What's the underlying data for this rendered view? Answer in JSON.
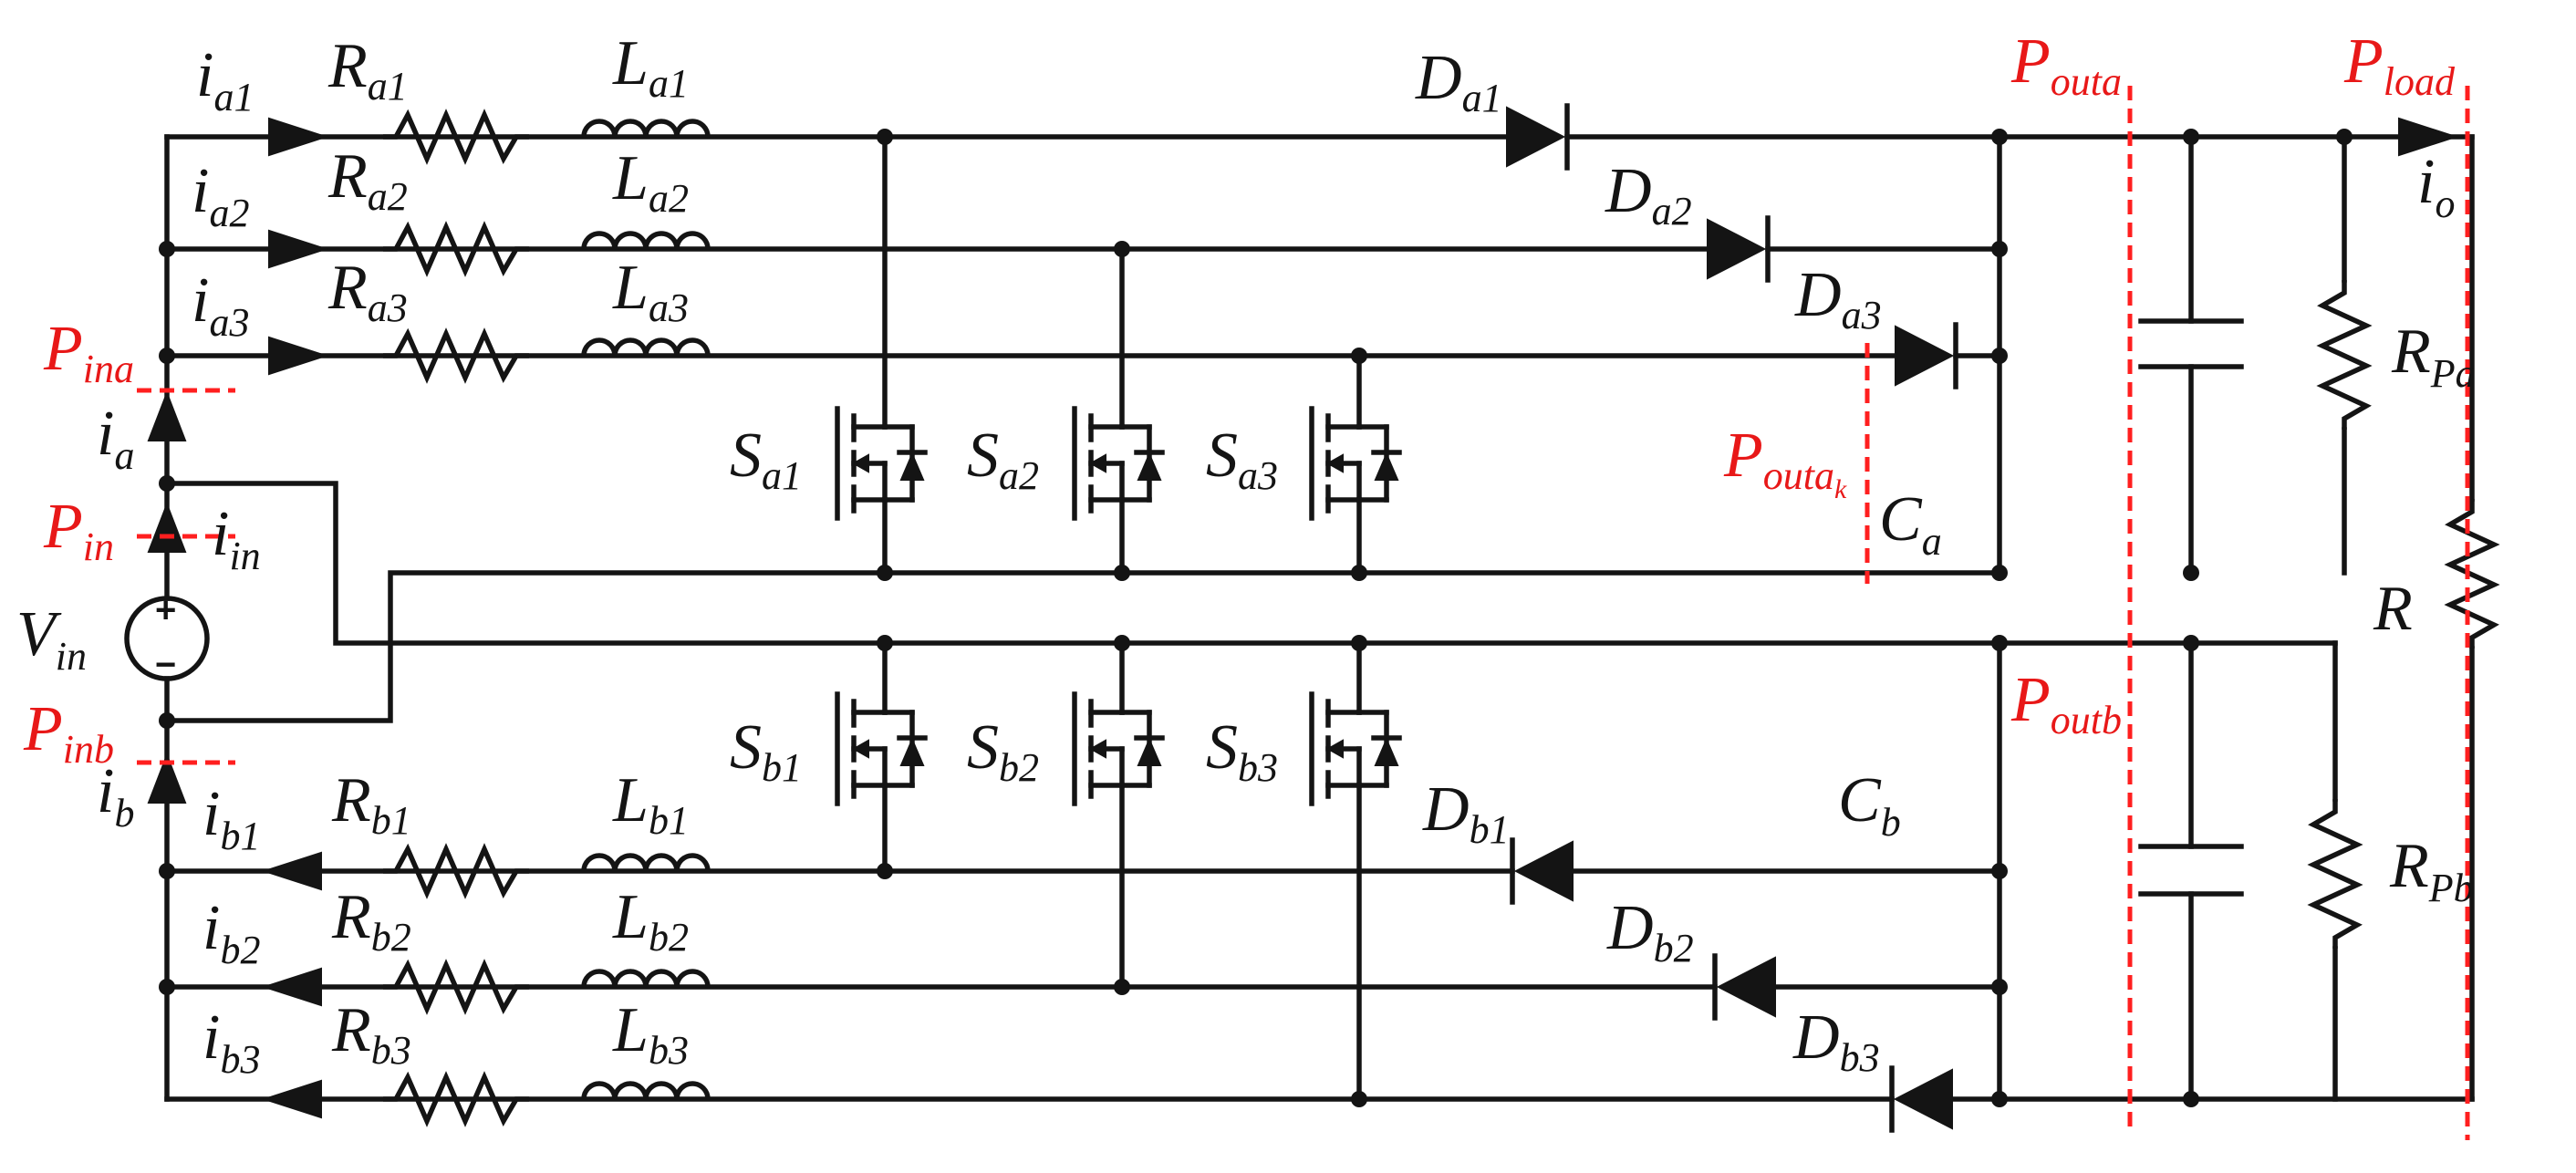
{
  "colors": {
    "wire": "#141414",
    "measurement_cut": "#ff1f1f",
    "measurement_label": "#e81818"
  },
  "labels": {
    "source": {
      "main": "V",
      "sub": "in"
    },
    "current_ia": {
      "main": "i",
      "sub": "a"
    },
    "current_ib": {
      "main": "i",
      "sub": "b"
    },
    "current_in": {
      "main": "i",
      "sub": "in"
    },
    "current_io": {
      "main": "i",
      "sub": "o"
    },
    "cap_a": {
      "main": "C",
      "sub": "a"
    },
    "cap_b": {
      "main": "C",
      "sub": "b"
    },
    "rpa": {
      "main": "R",
      "sub": "Pa"
    },
    "rpb": {
      "main": "R",
      "sub": "Pb"
    },
    "load_r": "R",
    "plus": "+",
    "minus": "−"
  },
  "phase_a": [
    {
      "current": {
        "main": "i",
        "sub": "a1"
      },
      "resistor": {
        "main": "R",
        "sub": "a1"
      },
      "inductor": {
        "main": "L",
        "sub": "a1"
      },
      "diode": {
        "main": "D",
        "sub": "a1"
      },
      "switch": {
        "main": "S",
        "sub": "a1"
      }
    },
    {
      "current": {
        "main": "i",
        "sub": "a2"
      },
      "resistor": {
        "main": "R",
        "sub": "a2"
      },
      "inductor": {
        "main": "L",
        "sub": "a2"
      },
      "diode": {
        "main": "D",
        "sub": "a2"
      },
      "switch": {
        "main": "S",
        "sub": "a2"
      }
    },
    {
      "current": {
        "main": "i",
        "sub": "a3"
      },
      "resistor": {
        "main": "R",
        "sub": "a3"
      },
      "inductor": {
        "main": "L",
        "sub": "a3"
      },
      "diode": {
        "main": "D",
        "sub": "a3"
      },
      "switch": {
        "main": "S",
        "sub": "a3"
      }
    }
  ],
  "phase_b": [
    {
      "current": {
        "main": "i",
        "sub": "b1"
      },
      "resistor": {
        "main": "R",
        "sub": "b1"
      },
      "inductor": {
        "main": "L",
        "sub": "b1"
      },
      "diode": {
        "main": "D",
        "sub": "b1"
      },
      "switch": {
        "main": "S",
        "sub": "b1"
      }
    },
    {
      "current": {
        "main": "i",
        "sub": "b2"
      },
      "resistor": {
        "main": "R",
        "sub": "b2"
      },
      "inductor": {
        "main": "L",
        "sub": "b2"
      },
      "diode": {
        "main": "D",
        "sub": "b2"
      },
      "switch": {
        "main": "S",
        "sub": "b2"
      }
    },
    {
      "current": {
        "main": "i",
        "sub": "b3"
      },
      "resistor": {
        "main": "R",
        "sub": "b3"
      },
      "inductor": {
        "main": "L",
        "sub": "b3"
      },
      "diode": {
        "main": "D",
        "sub": "b3"
      },
      "switch": {
        "main": "S",
        "sub": "b3"
      }
    }
  ],
  "power_points": {
    "pina": {
      "main": "P",
      "sub": "ina"
    },
    "pin": {
      "main": "P",
      "sub": "in"
    },
    "pinb": {
      "main": "P",
      "sub": "inb"
    },
    "pouta": {
      "main": "P",
      "sub": "outa"
    },
    "poutb": {
      "main": "P",
      "sub": "outb"
    },
    "pload": {
      "main": "P",
      "sub": "load"
    },
    "poutak": {
      "main": "P",
      "sub": "outa",
      "subsub": "k"
    }
  }
}
